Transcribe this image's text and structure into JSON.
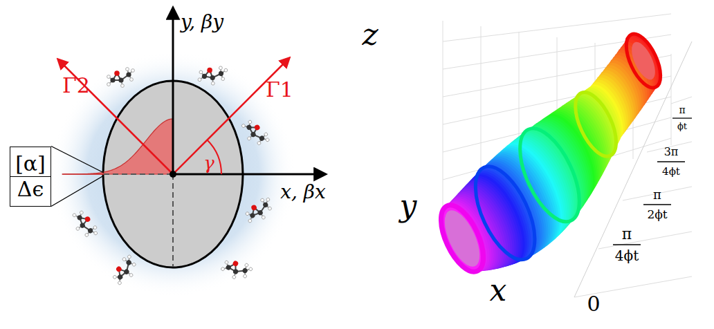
{
  "diagram": {
    "nodes": [
      {
        "text": [
          "[α]",
          "Δϵ"
        ]
      }
    ],
    "labels": [
      "y, βy",
      "x, βx",
      "Γ2",
      "Γ1",
      "γ",
      "z",
      "y",
      "x",
      "0",
      "π",
      "4ϕt",
      "π",
      "2ϕt",
      "3π",
      "4ϕt",
      "π",
      "ϕt"
    ]
  }
}
